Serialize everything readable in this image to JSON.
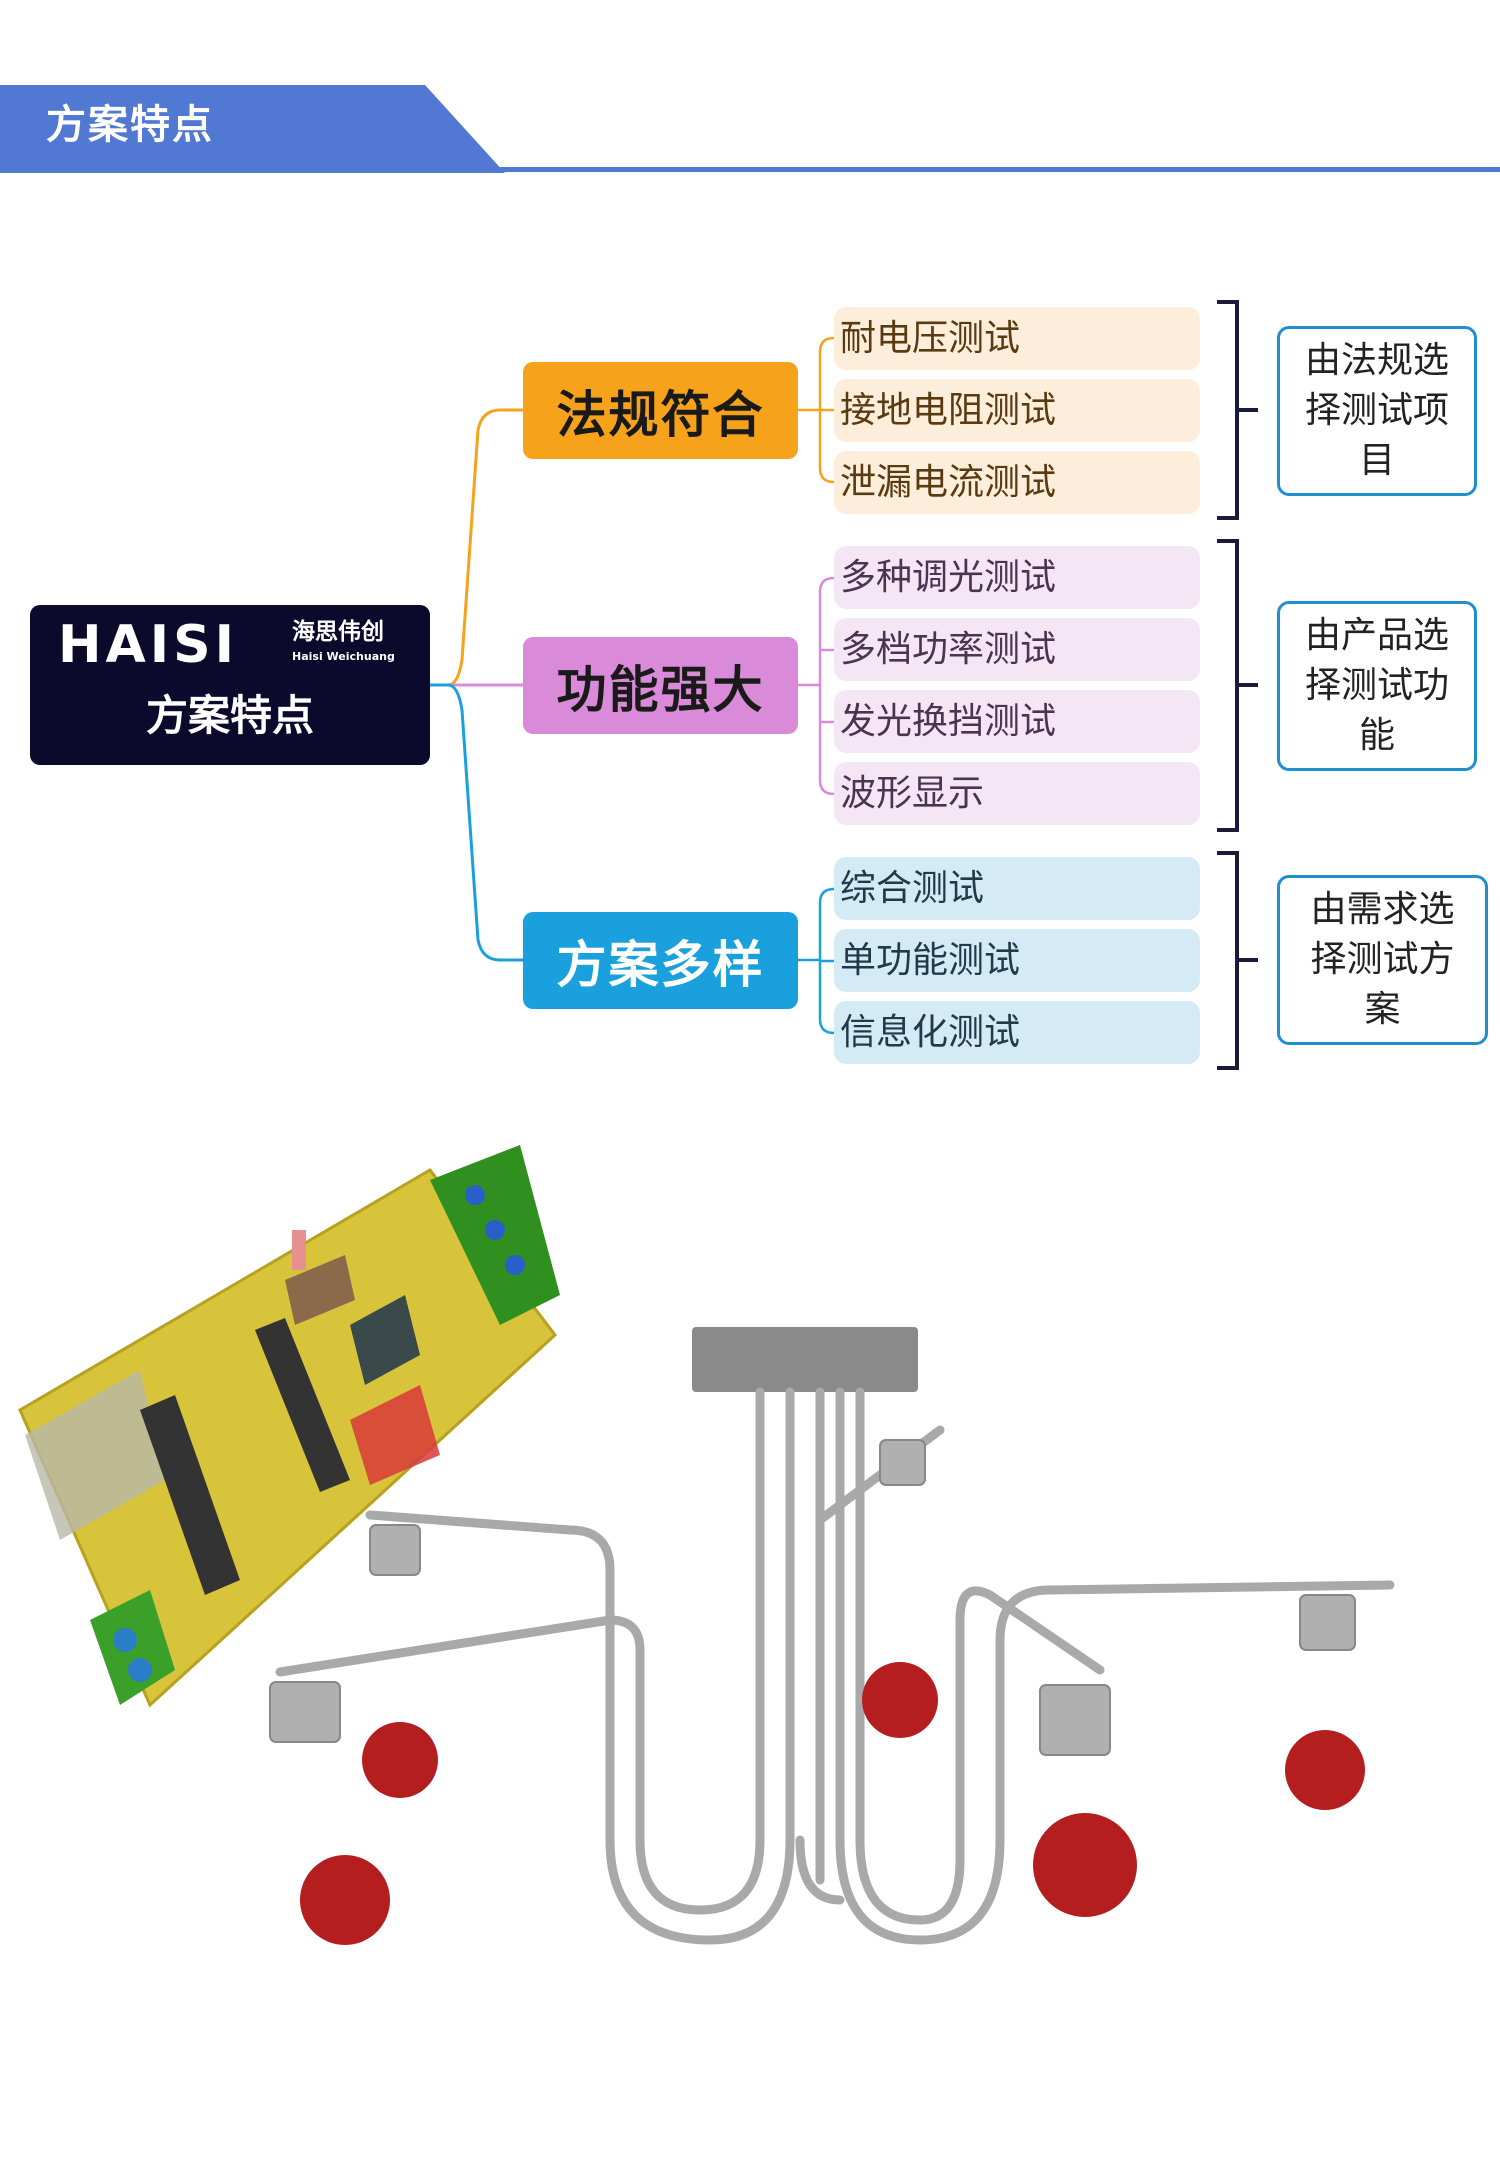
{
  "header": {
    "title": "方案特点"
  },
  "logo": {
    "brand": "HAISI",
    "brand_cn": "海思伟创",
    "brand_en": "Haisi Weichuang",
    "subtitle": "方案特点"
  },
  "mindmap": {
    "categories": [
      {
        "label": "法规符合",
        "color": "#f7a21b",
        "leaf_bg": "#fdeedb",
        "items": [
          "耐电压测试",
          "接地电阻测试",
          "泄漏电流测试"
        ],
        "note": "由法规选择测试项目"
      },
      {
        "label": "功能强大",
        "color": "#d98ad8",
        "leaf_bg": "#f5e6f6",
        "items": [
          "多种调光测试",
          "多档功率测试",
          "发光换挡测试",
          "波形显示"
        ],
        "note": "由产品选择测试功能"
      },
      {
        "label": "方案多样",
        "color": "#1aa0dc",
        "leaf_bg": "#d4ebf6",
        "items": [
          "综合测试",
          "单功能测试",
          "信息化测试"
        ],
        "note": "由需求选择测试方案"
      }
    ]
  },
  "colors": {
    "accent": "#5179d3",
    "dark": "#0c0a2c",
    "note_border": "#1f8fd0"
  }
}
